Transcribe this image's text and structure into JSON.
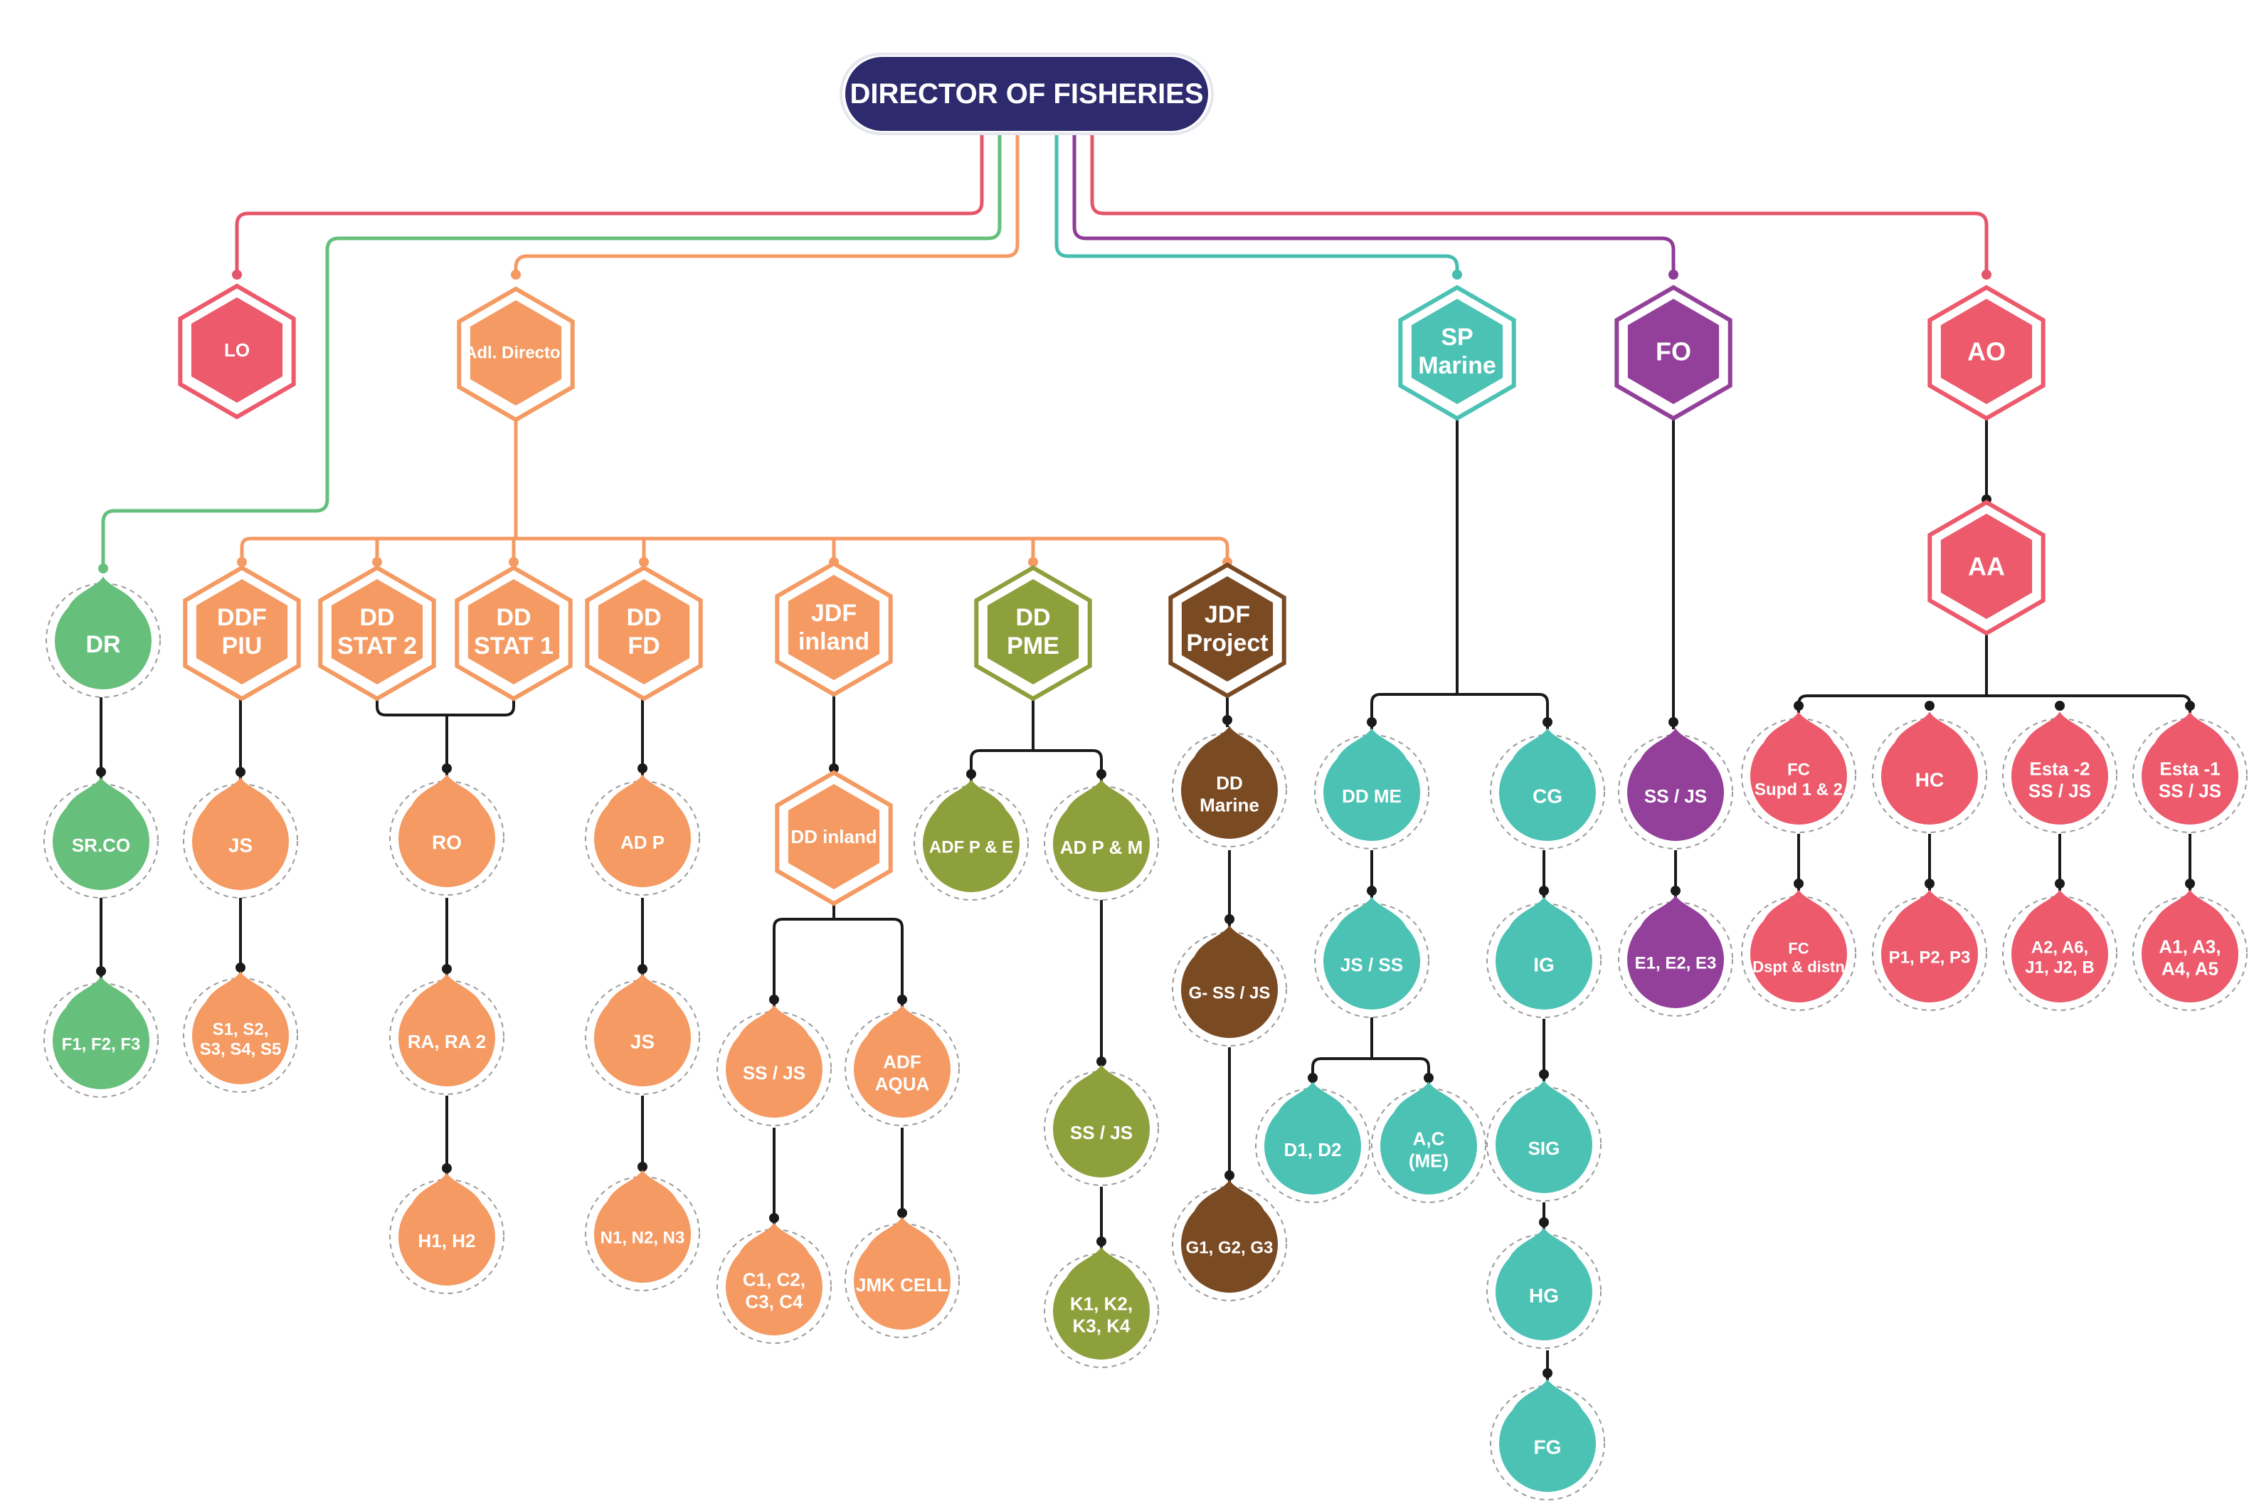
{
  "colors": {
    "navy": "#2e2a6e",
    "red": "#ec5a6c",
    "orange": "#f49a62",
    "green": "#66bf7a",
    "olive": "#8ea03c",
    "brown": "#7a4a23",
    "teal": "#4cc2b5",
    "purple": "#93409a",
    "line_dark": "#1a1a1a",
    "line_red": "#e5556a",
    "line_green": "#66bf7a",
    "line_orange": "#f49a62",
    "line_teal": "#45bdb0",
    "line_purple": "#8e3c97"
  },
  "title": "DIRECTOR OF FISHERIES",
  "nodes": [
    {
      "id": "lo",
      "shape": "hex",
      "color": "red",
      "lines": [
        "LO"
      ]
    },
    {
      "id": "adl",
      "shape": "hex",
      "color": "orange",
      "lines": [
        "Adl. Director"
      ]
    },
    {
      "id": "sp",
      "shape": "hex",
      "color": "teal",
      "lines": [
        "SP",
        "Marine"
      ]
    },
    {
      "id": "fo",
      "shape": "hex",
      "color": "purple",
      "lines": [
        "FO"
      ]
    },
    {
      "id": "ao",
      "shape": "hex",
      "color": "red",
      "lines": [
        "AO"
      ]
    },
    {
      "id": "aa",
      "shape": "hex",
      "color": "red",
      "lines": [
        "AA"
      ]
    },
    {
      "id": "ddfpiu",
      "shape": "hex",
      "color": "orange",
      "lines": [
        "DDF",
        "PIU"
      ]
    },
    {
      "id": "stat2",
      "shape": "hex",
      "color": "orange",
      "lines": [
        "DD",
        "STAT 2"
      ]
    },
    {
      "id": "stat1",
      "shape": "hex",
      "color": "orange",
      "lines": [
        "DD",
        "STAT 1"
      ]
    },
    {
      "id": "ddfd",
      "shape": "hex",
      "color": "orange",
      "lines": [
        "DD",
        "FD"
      ]
    },
    {
      "id": "jdfinland",
      "shape": "hex",
      "color": "orange",
      "lines": [
        "JDF",
        "inland"
      ]
    },
    {
      "id": "ddpme",
      "shape": "hex",
      "color": "olive",
      "lines": [
        "DD",
        "PME"
      ]
    },
    {
      "id": "jdfproject",
      "shape": "hex",
      "color": "brown",
      "lines": [
        "JDF",
        "Project"
      ]
    },
    {
      "id": "ddinland",
      "shape": "hex",
      "color": "orange",
      "lines": [
        "DD inland"
      ]
    },
    {
      "id": "dr",
      "shape": "drop",
      "color": "green",
      "lines": [
        "DR"
      ]
    },
    {
      "id": "srco",
      "shape": "drop",
      "color": "green",
      "lines": [
        "SR.CO"
      ]
    },
    {
      "id": "f123",
      "shape": "drop",
      "color": "green",
      "lines": [
        "F1, F2, F3"
      ]
    },
    {
      "id": "js_piu",
      "shape": "drop",
      "color": "orange",
      "lines": [
        "JS"
      ]
    },
    {
      "id": "s_piu",
      "shape": "drop",
      "color": "orange",
      "lines": [
        "S1, S2,",
        "S3, S4, S5"
      ]
    },
    {
      "id": "ro",
      "shape": "drop",
      "color": "orange",
      "lines": [
        "RO"
      ]
    },
    {
      "id": "ra",
      "shape": "drop",
      "color": "orange",
      "lines": [
        "RA, RA 2"
      ]
    },
    {
      "id": "h12",
      "shape": "drop",
      "color": "orange",
      "lines": [
        "H1, H2"
      ]
    },
    {
      "id": "adp",
      "shape": "drop",
      "color": "orange",
      "lines": [
        "AD P"
      ]
    },
    {
      "id": "js_fd",
      "shape": "drop",
      "color": "orange",
      "lines": [
        "JS"
      ]
    },
    {
      "id": "n123",
      "shape": "drop",
      "color": "orange",
      "lines": [
        "N1, N2, N3"
      ]
    },
    {
      "id": "ssjs_inl",
      "shape": "drop",
      "color": "orange",
      "lines": [
        "SS / JS"
      ]
    },
    {
      "id": "adfaqua",
      "shape": "drop",
      "color": "orange",
      "lines": [
        "ADF",
        "AQUA"
      ]
    },
    {
      "id": "c1234",
      "shape": "drop",
      "color": "orange",
      "lines": [
        "C1, C2,",
        "C3, C4"
      ]
    },
    {
      "id": "jmk",
      "shape": "drop",
      "color": "orange",
      "lines": [
        "JMK CELL"
      ]
    },
    {
      "id": "adfpe",
      "shape": "drop",
      "color": "olive",
      "lines": [
        "ADF P & E"
      ]
    },
    {
      "id": "adpm",
      "shape": "drop",
      "color": "olive",
      "lines": [
        "AD P & M"
      ]
    },
    {
      "id": "ssjs_pme",
      "shape": "drop",
      "color": "olive",
      "lines": [
        "SS / JS"
      ]
    },
    {
      "id": "k1234",
      "shape": "drop",
      "color": "olive",
      "lines": [
        "K1, K2,",
        "K3, K4"
      ]
    },
    {
      "id": "ddmarine",
      "shape": "drop",
      "color": "brown",
      "lines": [
        "DD",
        "Marine"
      ]
    },
    {
      "id": "gssjs",
      "shape": "drop",
      "color": "brown",
      "lines": [
        "G- SS / JS"
      ]
    },
    {
      "id": "g123",
      "shape": "drop",
      "color": "brown",
      "lines": [
        "G1, G2, G3"
      ]
    },
    {
      "id": "ddme",
      "shape": "drop",
      "color": "teal",
      "lines": [
        "DD ME"
      ]
    },
    {
      "id": "jsss",
      "shape": "drop",
      "color": "teal",
      "lines": [
        "JS / SS"
      ]
    },
    {
      "id": "d12",
      "shape": "drop",
      "color": "teal",
      "lines": [
        "D1, D2"
      ]
    },
    {
      "id": "acme",
      "shape": "drop",
      "color": "teal",
      "lines": [
        "A,C",
        "(ME)"
      ]
    },
    {
      "id": "cg",
      "shape": "drop",
      "color": "teal",
      "lines": [
        "CG"
      ]
    },
    {
      "id": "ig",
      "shape": "drop",
      "color": "teal",
      "lines": [
        "IG"
      ]
    },
    {
      "id": "sig",
      "shape": "drop",
      "color": "teal",
      "lines": [
        "SIG"
      ]
    },
    {
      "id": "hg",
      "shape": "drop",
      "color": "teal",
      "lines": [
        "HG"
      ]
    },
    {
      "id": "fg",
      "shape": "drop",
      "color": "teal",
      "lines": [
        "FG"
      ]
    },
    {
      "id": "ssjs_fo",
      "shape": "drop",
      "color": "purple",
      "lines": [
        "SS / JS"
      ]
    },
    {
      "id": "e123",
      "shape": "drop",
      "color": "purple",
      "lines": [
        "E1, E2, E3"
      ]
    },
    {
      "id": "fcsupd",
      "shape": "drop",
      "color": "red",
      "lines": [
        "FC",
        "Supd 1 & 2"
      ]
    },
    {
      "id": "hc",
      "shape": "drop",
      "color": "red",
      "lines": [
        "HC"
      ]
    },
    {
      "id": "esta2",
      "shape": "drop",
      "color": "red",
      "lines": [
        "Esta -2",
        "SS / JS"
      ]
    },
    {
      "id": "esta1",
      "shape": "drop",
      "color": "red",
      "lines": [
        "Esta -1",
        "SS / JS"
      ]
    },
    {
      "id": "fcdspt",
      "shape": "drop",
      "color": "red",
      "lines": [
        "FC",
        "Dspt & distn"
      ]
    },
    {
      "id": "p123",
      "shape": "drop",
      "color": "red",
      "lines": [
        "P1, P2, P3"
      ]
    },
    {
      "id": "a2a6",
      "shape": "drop",
      "color": "red",
      "lines": [
        "A2, A6,",
        "J1, J2, B"
      ]
    },
    {
      "id": "a1a3",
      "shape": "drop",
      "color": "red",
      "lines": [
        "A1, A3,",
        "A4, A5"
      ]
    }
  ]
}
